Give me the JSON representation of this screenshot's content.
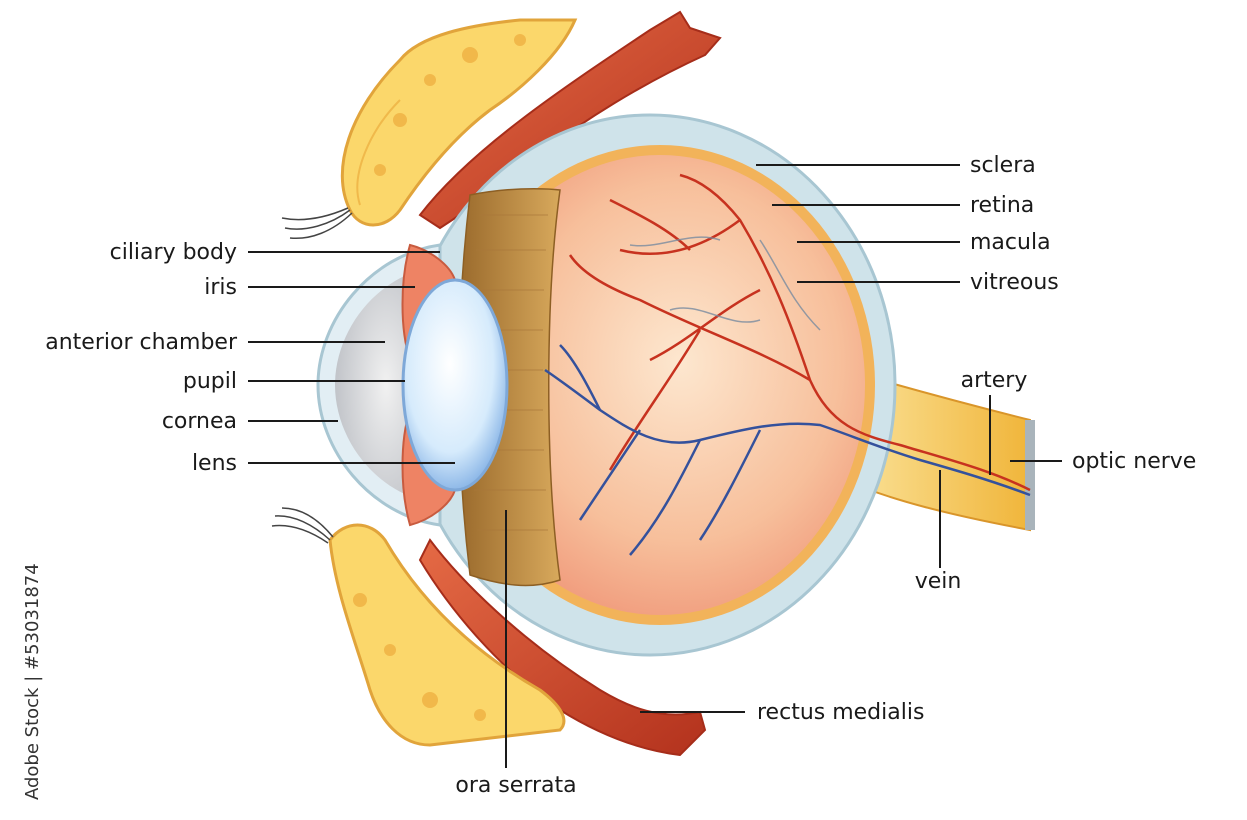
{
  "labels": {
    "ciliary_body": "ciliary body",
    "iris": "iris",
    "anterior_chamber": "anterior chamber",
    "pupil": "pupil",
    "cornea": "cornea",
    "lens": "lens",
    "sclera": "sclera",
    "retina": "retina",
    "macula": "macula",
    "vitreous": "vitreous",
    "artery": "artery",
    "optic_nerve": "optic nerve",
    "vein": "vein",
    "rectus_medialis": "rectus medialis",
    "ora_serrata": "ora serrata"
  },
  "watermark": "Adobe Stock | #53031874",
  "colors": {
    "sclera": "#cfe3ea",
    "retina_rim": "#f2b35a",
    "vitreous": "#f6b59a",
    "lens": "#cfe6fb",
    "ciliary": "#b9873e",
    "muscle": "#c8432a",
    "bone": "#fbd76b",
    "nerve": "#f6c453",
    "artery": "#c7321f",
    "vein": "#34519c"
  }
}
